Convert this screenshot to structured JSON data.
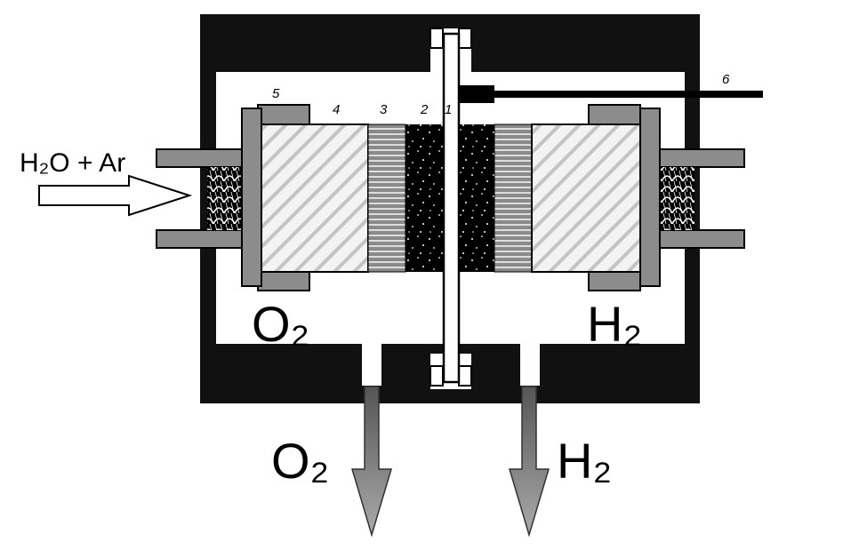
{
  "diagram": {
    "inlet_label": "H₂O + Ar",
    "chamber_labels": {
      "left": "O₂",
      "right": "H₂"
    },
    "outlet_labels": {
      "left": "O₂",
      "right": "H₂"
    },
    "part_numbers": [
      "1",
      "2",
      "3",
      "4",
      "5",
      "6"
    ]
  }
}
